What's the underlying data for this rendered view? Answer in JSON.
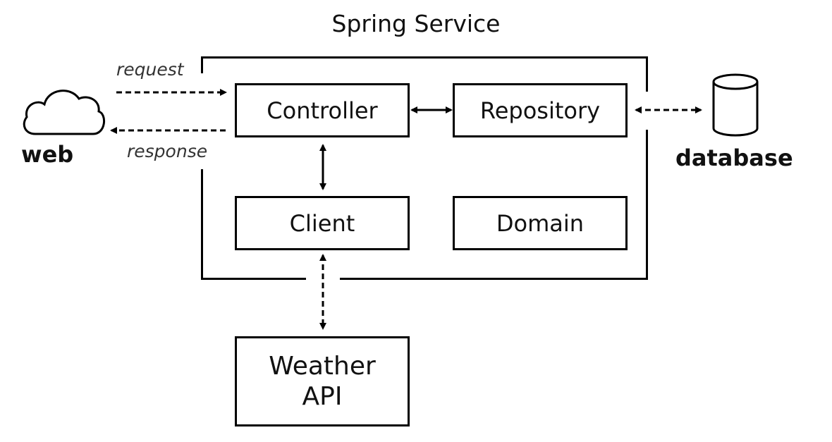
{
  "title": "Spring Service",
  "boxes": {
    "controller": "Controller",
    "repository": "Repository",
    "client": "Client",
    "domain": "Domain",
    "weather_line1": "Weather",
    "weather_line2": "API"
  },
  "externals": {
    "web": "web",
    "database": "database"
  },
  "edges": {
    "request": "request",
    "response": "response"
  }
}
